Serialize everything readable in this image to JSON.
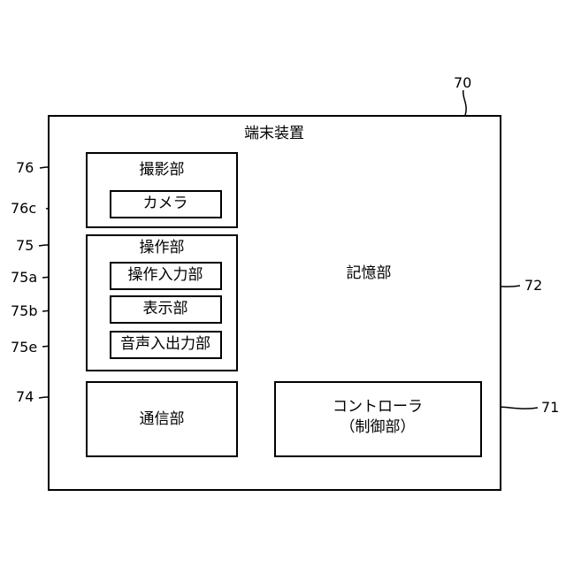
{
  "device": {
    "ref": "70",
    "title": "端末装置"
  },
  "imaging": {
    "ref": "76",
    "label": "撮影部",
    "camera_ref": "76c",
    "camera_label": "カメラ"
  },
  "operation": {
    "ref": "75",
    "label": "操作部",
    "items": [
      {
        "ref": "75a",
        "label": "操作入力部"
      },
      {
        "ref": "75b",
        "label": "表示部"
      },
      {
        "ref": "75e",
        "label": "音声入出力部"
      }
    ]
  },
  "communication": {
    "ref": "74",
    "label": "通信部"
  },
  "storage": {
    "ref": "72",
    "label": "記憶部"
  },
  "controller": {
    "ref": "71",
    "label": "コントローラ",
    "sublabel": "（制御部）"
  }
}
